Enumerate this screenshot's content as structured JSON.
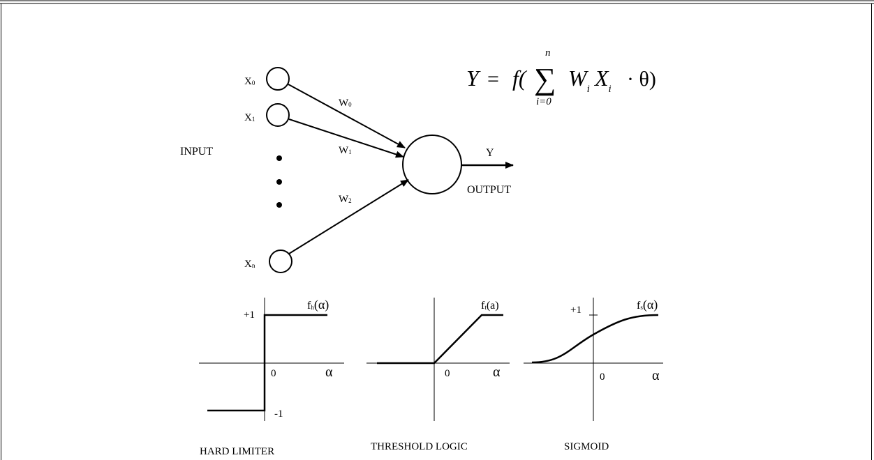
{
  "neuron": {
    "inputs": [
      {
        "label": "X",
        "sub": "0"
      },
      {
        "label": "X",
        "sub": "1"
      },
      {
        "label": "X",
        "sub": "n"
      }
    ],
    "weights": [
      {
        "label": "W",
        "sub": "0"
      },
      {
        "label": "W",
        "sub": "1"
      },
      {
        "label": "W",
        "sub": "2"
      }
    ],
    "input_label": "INPUT",
    "output_label": "OUTPUT",
    "output_symbol": "Y"
  },
  "formula": {
    "lhs": "Y",
    "equals": "=",
    "func": "f(",
    "sigma": "∑",
    "upper": "n",
    "lower": "i=0",
    "w": "W",
    "w_sub": "i",
    "x": "X",
    "x_sub": "i",
    "tail": "· θ)"
  },
  "plots": [
    {
      "caption": "HARD LIMITER",
      "func_label": "f",
      "func_sub": "h",
      "func_arg": "(α)",
      "plus_one": "+1",
      "minus_one": "-1",
      "zero": "0",
      "axis_var": "α"
    },
    {
      "caption": "THRESHOLD LOGIC",
      "func_label": "f",
      "func_sub": "t",
      "func_arg": "(a)",
      "zero": "0",
      "axis_var": "α"
    },
    {
      "caption": "SIGMOID",
      "func_label": "f",
      "func_sub": "s",
      "func_arg": "(α)",
      "plus_one": "+1",
      "zero": "0",
      "axis_var": "α"
    }
  ]
}
